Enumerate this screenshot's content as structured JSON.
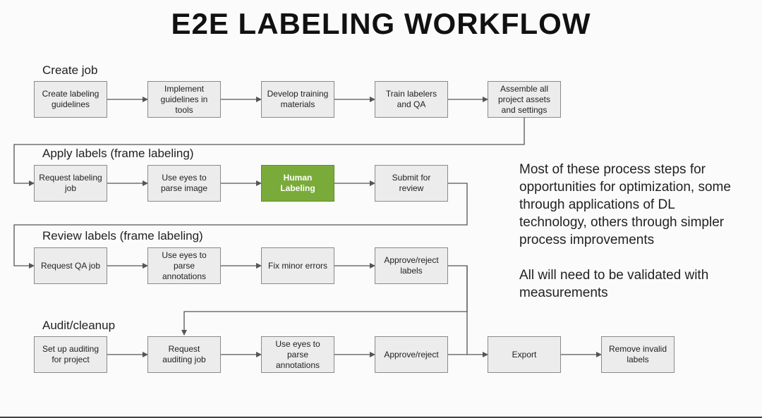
{
  "title": "E2E LABELING WORKFLOW",
  "sections": {
    "create": "Create job",
    "apply": "Apply labels (frame labeling)",
    "review": "Review labels (frame labeling)",
    "audit": "Audit/cleanup"
  },
  "nodes": {
    "create_guidelines": "Create labeling guidelines",
    "implement_guidelines": "Implement guidelines in tools",
    "develop_training": "Develop training materials",
    "train_labelers": "Train labelers and QA",
    "assemble_assets": "Assemble all project assets and settings",
    "request_labeling_job": "Request labeling job",
    "eyes_parse_image": "Use eyes to parse image",
    "human_labeling": "Human Labeling",
    "submit_review": "Submit for review",
    "request_qa_job": "Request QA job",
    "eyes_parse_annotations_1": "Use eyes to parse annotations",
    "fix_minor_errors": "Fix minor errors",
    "approve_reject_labels": "Approve/reject labels",
    "setup_auditing": "Set up auditing for project",
    "request_auditing_job": "Request auditing job",
    "eyes_parse_annotations_2": "Use eyes to parse annotations",
    "approve_reject": "Approve/reject",
    "export": "Export",
    "remove_invalid": "Remove invalid labels"
  },
  "note": {
    "paragraph1": "Most of these process steps for opportunities for optimization, some through applications of DL technology, others through simpler process improvements",
    "paragraph2": "All will need to be validated with measurements"
  },
  "colors": {
    "box_fill": "#ececec",
    "box_border": "#8a8a8a",
    "highlight": "#7aab3a",
    "connector": "#555555"
  }
}
